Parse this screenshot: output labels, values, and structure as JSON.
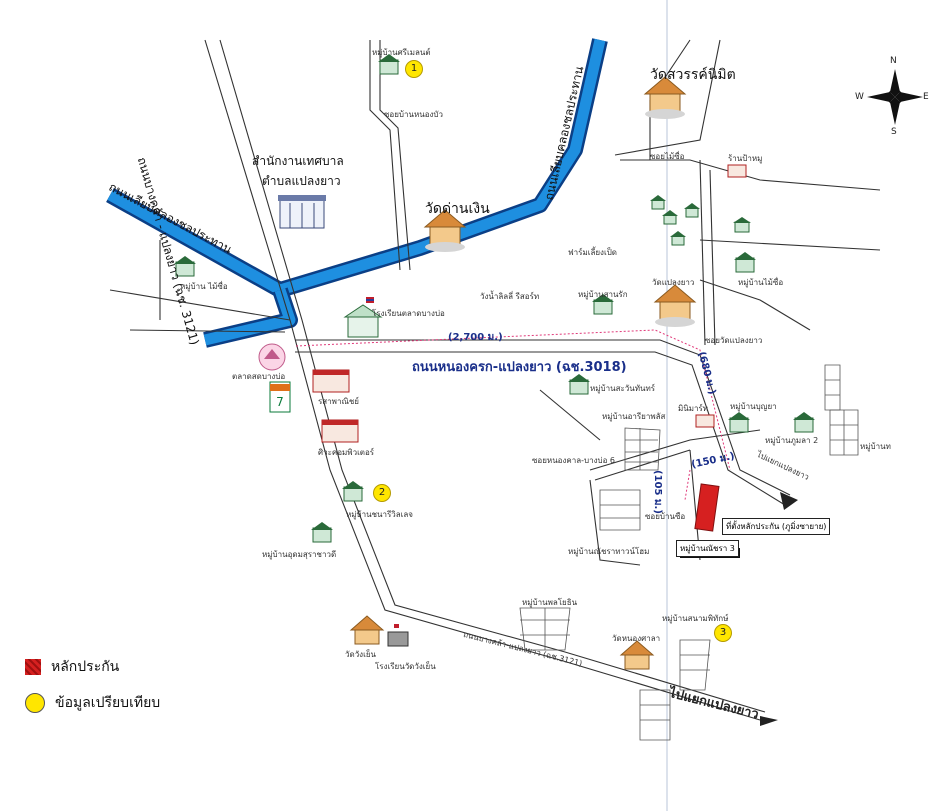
{
  "compass": {
    "n": "N",
    "s": "S",
    "e": "E",
    "w": "W"
  },
  "roads": {
    "main_road": "ถนนหนองครก-แปลงยาว (ฉช.3018)",
    "bangkla_road": "ถนนบางคล้า - แปลงยาว (ฉช. 3121)",
    "canal_road_right": "ถนนเลียบคลองชลประทาน",
    "canal_road_left": "ถนนเลียบคลองชลประทาน",
    "bottom_road": "ถนนบางคล้า-แปลงยาว (ฉช.3121)",
    "right_road": "ไปแยกแปลงยาว",
    "bottom_arrow": "ไปแยกแปลงยาว"
  },
  "distances": {
    "d2700": "(2,700 ม.)",
    "d680": "(680 ม.)",
    "d150": "(150 ม.)",
    "d105": "(105 ม.)"
  },
  "places": {
    "village_1": "หมู่บ้านศรีเมลนต์",
    "soi_nongbua": "ซอยบ้านหนองบัว",
    "office": "สำนักงานเทศบาล",
    "office2": "ตำบลแปลงยาว",
    "wat_danngern": "วัดด่านเงิน",
    "wat_sawan": "วัดสวรรค์นิมิต",
    "soi_maisue": "ซอยไม้ซื่อ",
    "shop": "ร้านป้าหมู",
    "village_maisue": "หมู่บ้าน\nไม้ซื่อ",
    "village_maisue2": "หมู่บ้านไม้ซื่อ",
    "duck_farm": "ฟาร์มเลี้ยงเป็ด",
    "resort": "วังน้ำลิลลี่ รีสอร์ท",
    "village_sanrat": "หมู่บ้านสานรัก",
    "wat_plaengyao": "วัดแปลงยาว",
    "soi_wat": "ซอยวัดแปลงยาว",
    "school": "โรงเรียนตลาดบางบ่อ",
    "market": "ตลาดสดบางบ่อ",
    "thai_shop": "รสาพาณิชย์",
    "comp_shop": "ศิวะคอมพิวเตอร์",
    "village_sawan": "หมู่บ้านสะวันทันทร์",
    "village_ruay": "หมู่บ้านอารียาพลัส",
    "minimart": "มินิมาร์ท",
    "village_bunya": "หมู่บ้านบุญยา",
    "village_lala": "หมู่บ้านภูมลา 2",
    "village_far": "หมู่บ้านท",
    "soi_6": "ซอยหนองคาล-บางบ่อ 6",
    "soi_side": "ซอยบ้านซือ",
    "village_2": "หมู่บ้านชนารีวิลเลจ",
    "village_udom": "หมู่บ้านอุดมสุราชาวดี",
    "village_river": "หมู่บ้านณัชราทาวน์โฮม",
    "village_r3": "หมู่บ้านณัชรา 3",
    "collateral": "ที่ตั้งหลักประกัน (ภูมิ่งซายาย)",
    "village_wisit": "หมู่บ้านพลโยธิน",
    "village_3": "หมู่บ้านสนามพิทักษ์",
    "wat_nongsala": "วัดหนองศาลา",
    "wat_wangyen": "วัดวังเย็น",
    "school_wangyen": "โรงเรียนวัดวังเย็น"
  },
  "badges": [
    "1",
    "2",
    "3"
  ],
  "legend": {
    "collateral": "หลักประกัน",
    "comparison": "ข้อมูลเปรียบเทียบ"
  },
  "colors": {
    "canal": "#1e8fe0",
    "canal_edge": "#0b3f86",
    "road": "#333333",
    "collateral": "#d62020",
    "marker": "#ffe600"
  }
}
